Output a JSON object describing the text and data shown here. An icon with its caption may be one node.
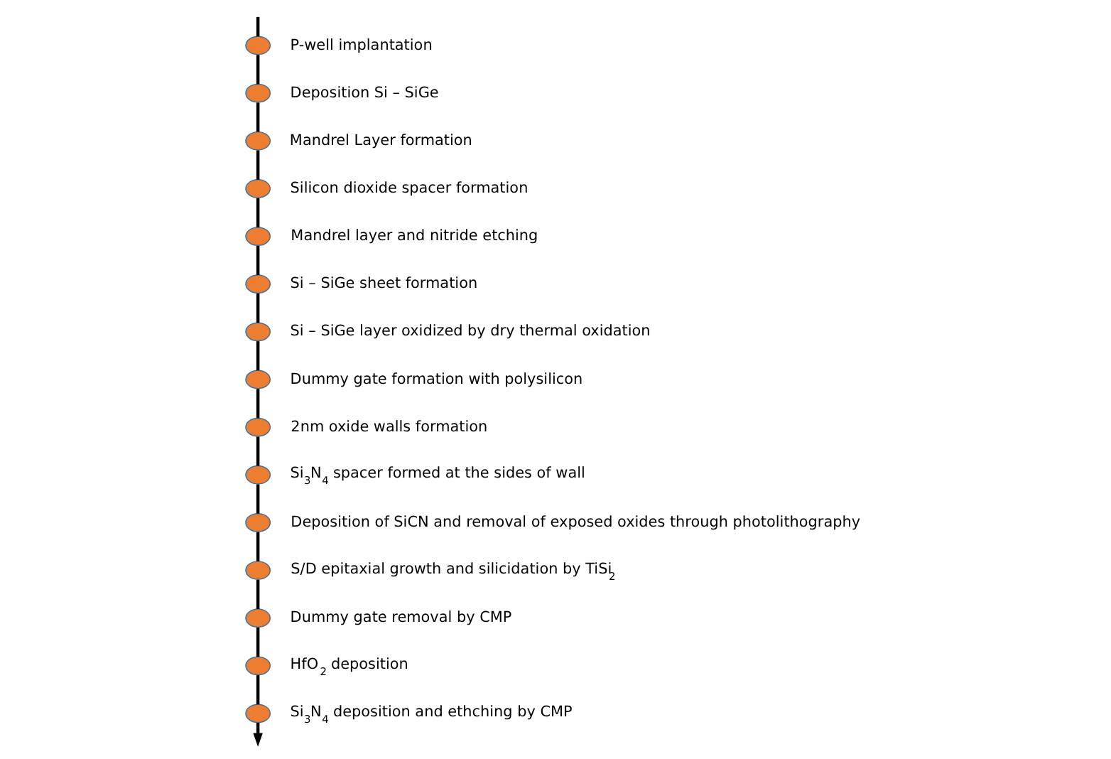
{
  "diagram": {
    "nodes": [
      {
        "text": [],
        "shape": "circle",
        "beside": [
          "P-well implantation"
        ]
      },
      {
        "text": [],
        "shape": "circle",
        "beside": [
          "Deposition Si – SiGe"
        ]
      },
      {
        "text": [],
        "shape": "circle",
        "beside": [
          "Mandrel Layer formation"
        ]
      },
      {
        "text": [],
        "shape": "circle",
        "beside": [
          "Silicon dioxide spacer formation"
        ]
      },
      {
        "text": [],
        "shape": "circle",
        "beside": [
          "Mandrel layer and nitride etching"
        ]
      },
      {
        "text": [],
        "shape": "circle",
        "beside": [
          "Si – SiGe sheet formation"
        ]
      },
      {
        "text": [],
        "shape": "circle",
        "beside": [
          "Si – SiGe layer oxidized by dry thermal oxidation"
        ]
      },
      {
        "text": [],
        "shape": "circle",
        "beside": [
          "Dummy gate formation with polysilicon"
        ]
      },
      {
        "text": [],
        "shape": "circle",
        "beside": [
          "2nm oxide walls formation"
        ]
      },
      {
        "text": [],
        "shape": "circle",
        "beside": [
          "Si$_{3}$N$_{4}$ spacer formed at the sides of wall"
        ]
      },
      {
        "text": [],
        "shape": "circle",
        "beside": [
          "Deposition of SiCN and removal of exposed oxides through photolithography"
        ]
      },
      {
        "text": [],
        "shape": "circle",
        "beside": [
          "S/D epitaxial growth and silicidation by TiSi$_{2}$"
        ]
      },
      {
        "text": [],
        "shape": "circle",
        "beside": [
          "Dummy gate removal by CMP"
        ]
      },
      {
        "text": [],
        "shape": "circle",
        "beside": [
          "HfO$_{2}$ deposition"
        ]
      },
      {
        "text": [],
        "shape": "circle",
        "beside": [
          "Si$_{3}$N$_{4}$ deposition and ethching by CMP"
        ]
      }
    ],
    "edges": [
      {
        "from": null,
        "to": 0,
        "arrow": "none"
      },
      {
        "from": 0,
        "to": 1,
        "arrow": "none"
      },
      {
        "from": 1,
        "to": 2,
        "arrow": "none"
      },
      {
        "from": 2,
        "to": 3,
        "arrow": "none"
      },
      {
        "from": 3,
        "to": 4,
        "arrow": "none"
      },
      {
        "from": 4,
        "to": 5,
        "arrow": "none"
      },
      {
        "from": 5,
        "to": 6,
        "arrow": "none"
      },
      {
        "from": 6,
        "to": 7,
        "arrow": "none"
      },
      {
        "from": 7,
        "to": 8,
        "arrow": "none"
      },
      {
        "from": 8,
        "to": 9,
        "arrow": "none"
      },
      {
        "from": 9,
        "to": 10,
        "arrow": "none"
      },
      {
        "from": 10,
        "to": 11,
        "arrow": "none"
      },
      {
        "from": 11,
        "to": 12,
        "arrow": "none"
      },
      {
        "from": 12,
        "to": 13,
        "arrow": "none"
      },
      {
        "from": 13,
        "to": 14,
        "arrow": "none"
      },
      {
        "from": 14,
        "to": null,
        "arrow": "to"
      }
    ]
  }
}
